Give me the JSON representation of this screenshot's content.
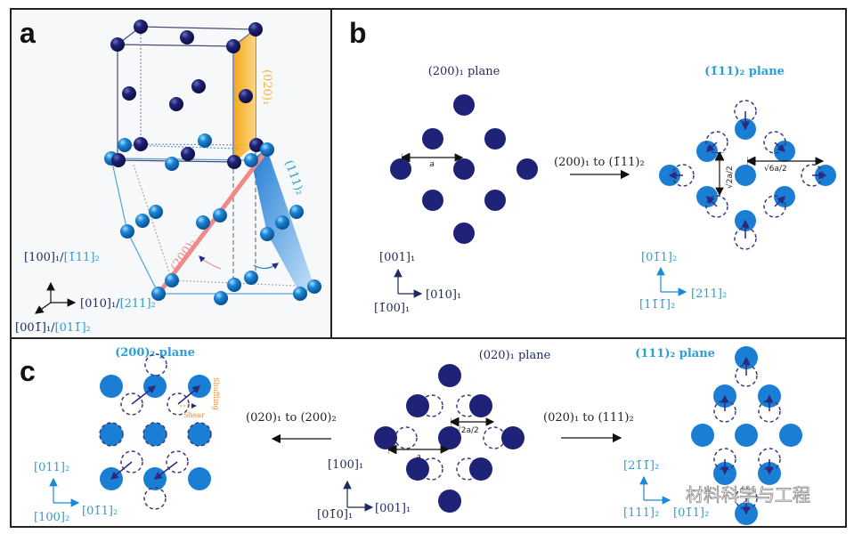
{
  "panels": {
    "a": {
      "letter": "a",
      "plane_020_1": "(020)₁",
      "plane_200_2": "(200)₂",
      "plane_111_2": "(111)₂",
      "axis_up_1": "[100]₁/",
      "axis_up_2": "[1̄11]₂",
      "axis_right_1": "[010]₁/",
      "axis_right_2": "[211]₂",
      "axis_diag_1": "[001̄]₁/",
      "axis_diag_2": "[011̄]₂"
    },
    "b": {
      "letter": "b",
      "left_title": "(200)₁ plane",
      "right_title": "(1̄11)₂ plane",
      "transition": "(200)₁ to (1̄11)₂",
      "dim_a": "a",
      "dim_sqrt2": "√2a/2",
      "dim_sqrt6": "√6a/2",
      "left_axis_up": "[001]₁",
      "left_axis_right": "[010]₁",
      "left_axis_normal": "[1̄00]₁",
      "right_axis_up": "[01̄1]₂",
      "right_axis_right": "[211]₂",
      "right_axis_normal": "[11̄1̄]₂"
    },
    "c": {
      "letter": "c",
      "left_title": "(200)₂ plane",
      "middle_title": "(020)₁ plane",
      "right_title": "(111)₂ plane",
      "transition_left": "(020)₁ to (200)₂",
      "transition_right": "(020)₁ to (111)₂",
      "shear": "Shear",
      "shuffling": "Shuffling",
      "dim_a": "a",
      "dim_sqrt2": "√2a/2",
      "left_axis_up": "[011]₂",
      "left_axis_right": "[01̄1]₂",
      "left_axis_normal": "[100]₂",
      "middle_axis_up": "[100]₁",
      "middle_axis_right": "[001]₁",
      "middle_axis_normal": "[01̄0]₁",
      "right_axis_up": "[21̄1̄]₂",
      "right_axis_right": "[01̄1]₂",
      "right_axis_normal": "[111]₂"
    }
  },
  "watermark": "材料科学与工程",
  "colors": {
    "bcc_atom": "#1f2377",
    "fcc_atom": "#1a7fd4",
    "fcc_label": "#2a9fd8",
    "plane_020": "#f5a623",
    "plane_200": "#f08a8a",
    "dashed_site": "#3b3a7a"
  }
}
